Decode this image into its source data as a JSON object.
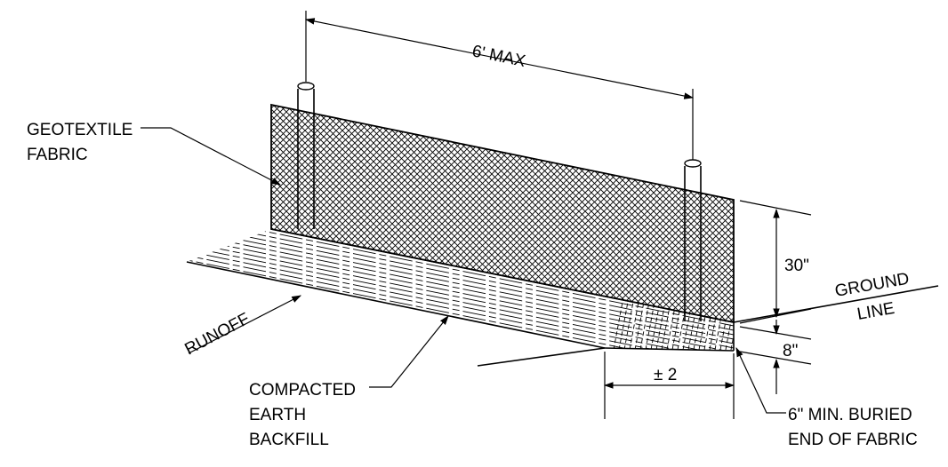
{
  "labels": {
    "span_dim": "6' MAX",
    "geotextile_1": "GEOTEXTILE",
    "geotextile_2": "FABRIC",
    "height_dim": "30\"",
    "ground_1": "GROUND",
    "ground_2": "LINE",
    "runoff": "RUNOFF",
    "buried_dim": "8\"",
    "trench_dim": "± 2",
    "compacted_1": "COMPACTED",
    "compacted_2": "EARTH",
    "compacted_3": "BACKFILL",
    "buried_1": "6\" MIN. BURIED",
    "buried_2": "END OF FABRIC"
  }
}
